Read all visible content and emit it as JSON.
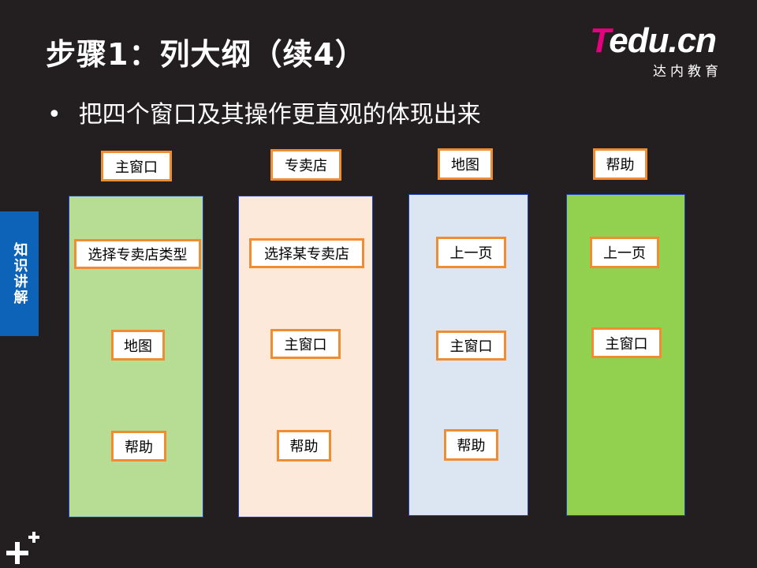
{
  "slide": {
    "title": "步骤1：列大纲（续4）",
    "bullet_symbol": "•",
    "bullet_text": "把四个窗口及其操作更直观的体现出来",
    "side_tab": "知识讲解"
  },
  "logo": {
    "letter_t": "T",
    "rest": "edu.cn",
    "subtitle": "达内教育"
  },
  "windows": [
    {
      "header": "主窗口",
      "actions": [
        "选择专卖店类型",
        "地图",
        "帮助"
      ],
      "color": "#b7dc94"
    },
    {
      "header": "专卖店",
      "actions": [
        "选择某专卖店",
        "主窗口",
        "帮助"
      ],
      "color": "#fde9d9"
    },
    {
      "header": "地图",
      "actions": [
        "上一页",
        "主窗口",
        "帮助"
      ],
      "color": "#dce6f2"
    },
    {
      "header": "帮助",
      "actions": [
        "上一页",
        "主窗口"
      ],
      "color": "#92d050"
    }
  ],
  "colors": {
    "background": "#231f20",
    "tag_border": "#f08c32",
    "side_tab": "#0c63b8",
    "logo_accent": "#e6007e"
  },
  "icons": {
    "corner": "plus-icon"
  }
}
